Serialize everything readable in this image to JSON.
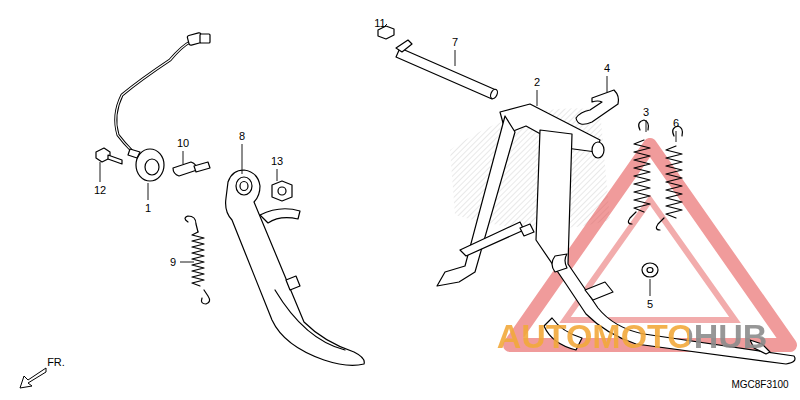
{
  "diagram": {
    "labels": [
      "11",
      "7",
      "2",
      "4",
      "3",
      "6",
      "10",
      "8",
      "13",
      "12",
      "1",
      "9",
      "5",
      "FR.",
      "AUTOMOTOHUB",
      "MGC8F3100"
    ]
  }
}
